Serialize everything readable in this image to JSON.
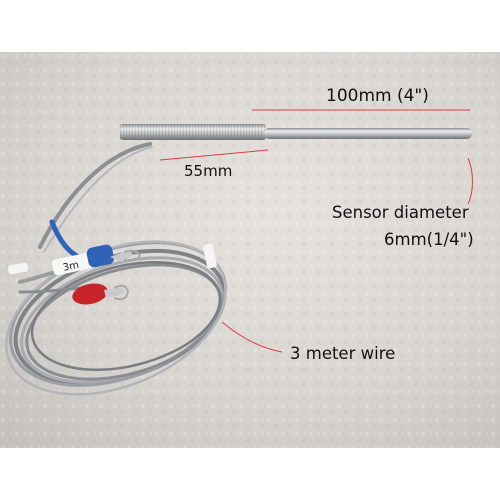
{
  "annotations": {
    "probe_length": "100mm (4\")",
    "thread_length": "55mm",
    "sensor_diameter_line1": "Sensor diameter",
    "sensor_diameter_line2": "6mm(1/4\")",
    "wire_length": "3 meter wire"
  },
  "tag_text": "3m",
  "colors": {
    "carpet": "#d9d6d2",
    "metal": "#c4c4c6",
    "blue_lug": "#2f63b8",
    "red_lug": "#c8242c",
    "dim_line": "#e23b3b"
  }
}
